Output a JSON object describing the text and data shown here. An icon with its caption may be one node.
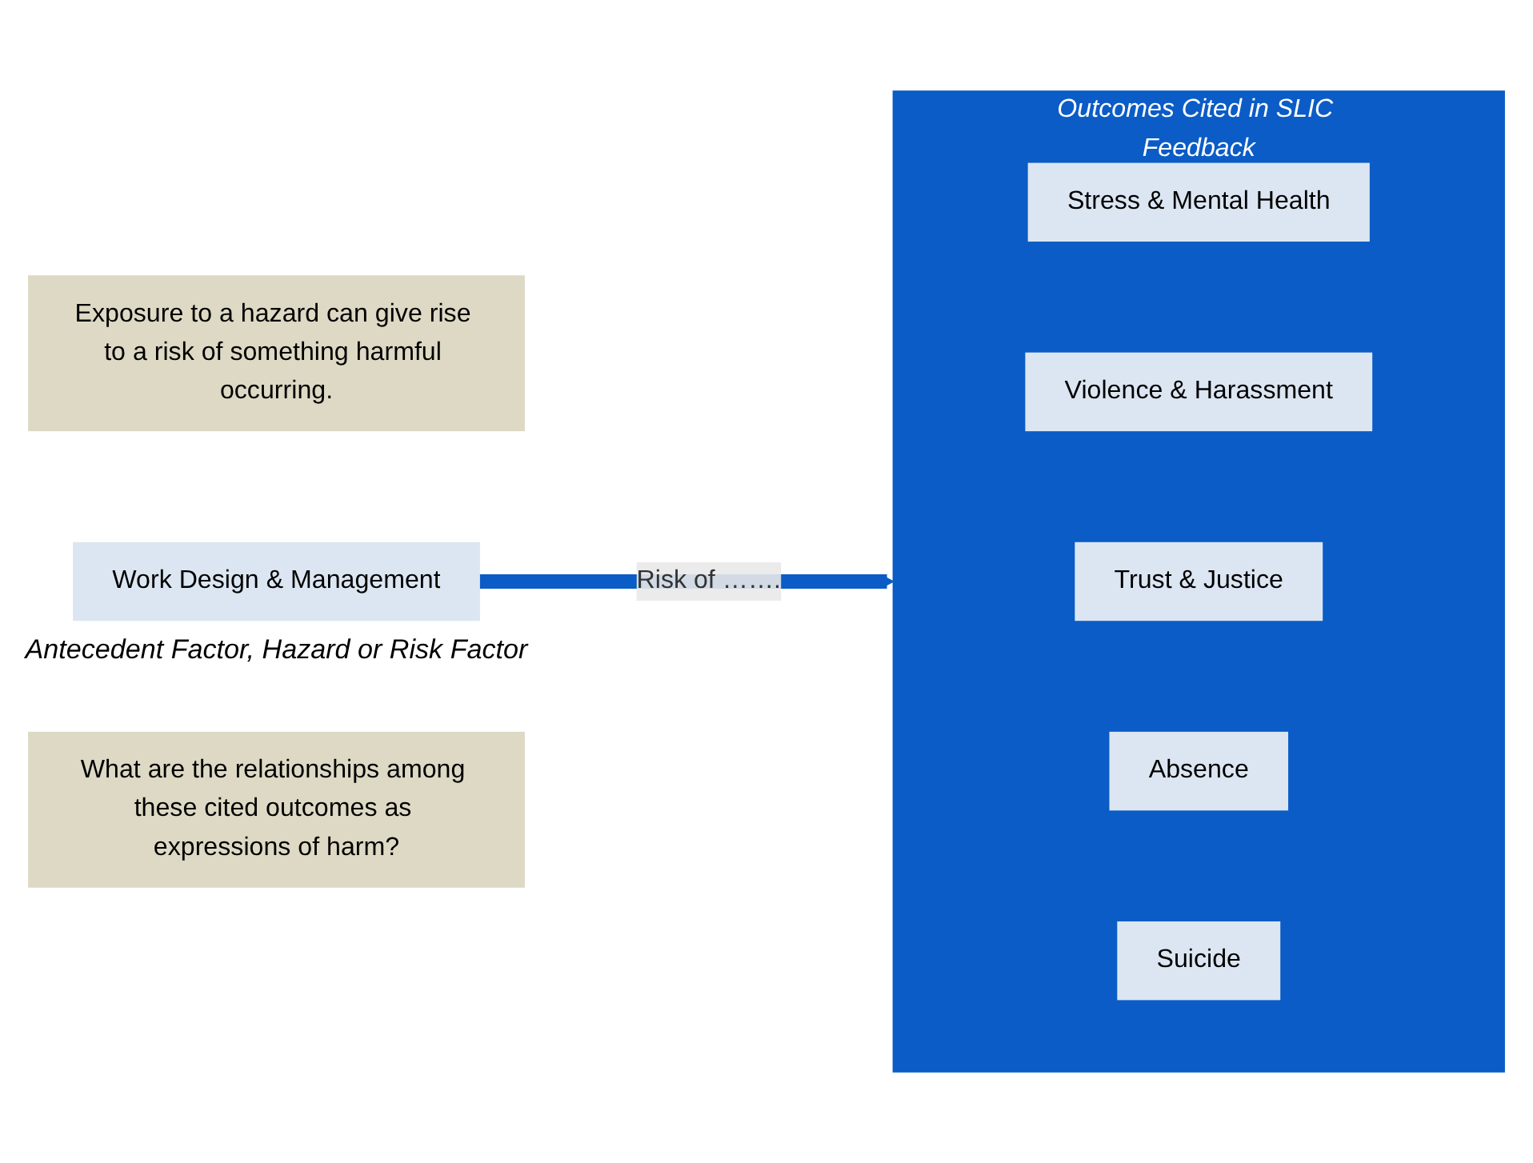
{
  "diagram": {
    "nodes": [
      {
        "text": [
          "Exposure to a hazard can give rise to a risk of something harmful occurring."
        ]
      },
      {
        "text": [
          "Work Design & Management"
        ],
        "beside": [
          "Antecedent Factor, Hazard or Risk Factor"
        ]
      },
      {
        "text": [
          "Outcomes Cited in SLIC Feedback"
        ]
      },
      {
        "text": [
          "Stress & Mental Health"
        ],
        "in": 2
      },
      {
        "text": [
          "Violence & Harassment"
        ],
        "in": 2
      },
      {
        "text": [
          "Trust & Justice"
        ],
        "in": 2
      },
      {
        "text": [
          "Absence"
        ],
        "in": 2
      },
      {
        "text": [
          "Suicide"
        ],
        "in": 2
      },
      {
        "text": [
          "What are the relationships among these cited outcomes as expressions of harm?"
        ]
      }
    ],
    "edges": [
      {
        "from": 1,
        "to": 2,
        "arrow": "to",
        "label": "Risk of …….",
        "color": "#0b5cc6"
      }
    ]
  }
}
